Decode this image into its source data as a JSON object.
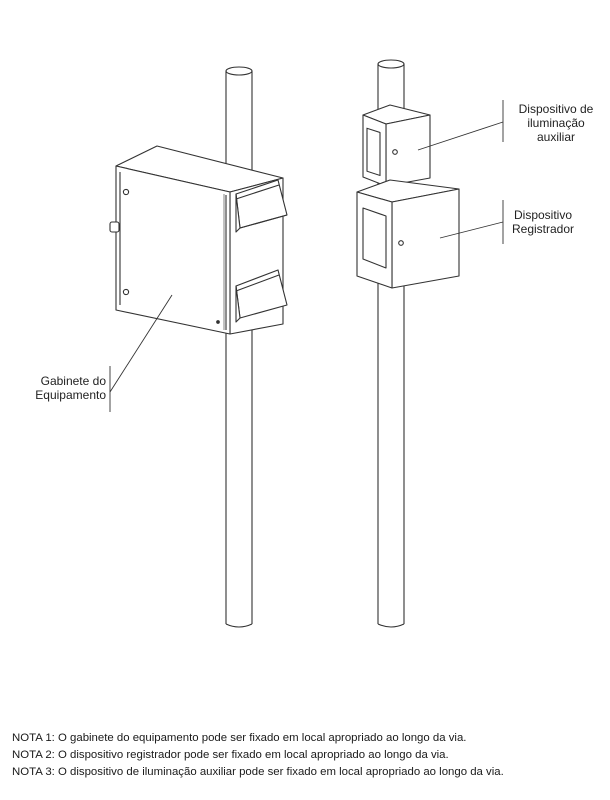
{
  "labels": {
    "gabinete": [
      "Gabinete do",
      "Equipamento"
    ],
    "iluminacao": [
      "Dispositivo de",
      "iluminação",
      "auxiliar"
    ],
    "registrador": [
      "Dispositivo",
      "Registrador"
    ]
  },
  "notes": [
    "NOTA 1: O gabinete do equipamento pode ser fixado em local apropriado ao longo da via.",
    "NOTA 2: O dispositivo registrador pode ser fixado em local apropriado ao longo da via.",
    "NOTA 3: O dispositivo de iluminação auxiliar pode ser fixado em local apropriado ao longo da via."
  ]
}
